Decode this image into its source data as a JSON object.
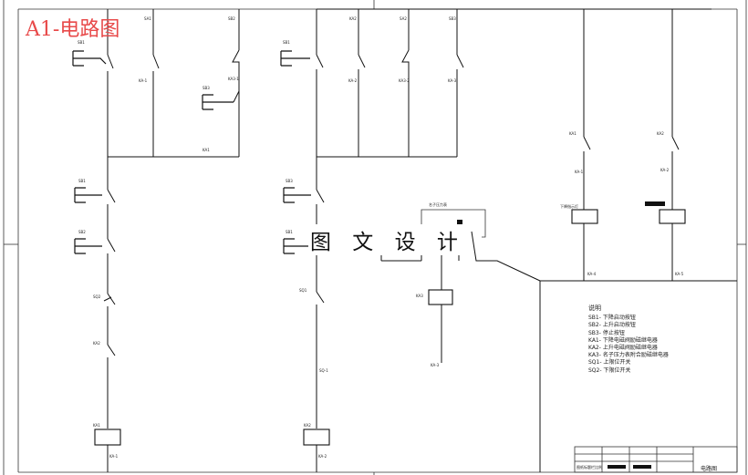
{
  "title": "A1-电路图",
  "watermark": "图 文 设 计",
  "notes": {
    "heading": "说明",
    "items": [
      "SB1- 下降启动按钮",
      "SB2- 上升启动按钮",
      "SB3- 停止按钮",
      "KA1- 下降电磁阀励磁继电器",
      "KA2- 上升电磁阀励磁继电器",
      "KA3- 名子压力表附合励磁继电器",
      "SQ1- 上限位开关",
      "SQ2- 下限位开关"
    ]
  },
  "labels": {
    "sb1_top": "SB1",
    "sa1_top": "SA1",
    "sb2_mid": "SB2",
    "ka_1": "KA-1",
    "ka3_1": "KA3-1",
    "sb3_mid": "SB3",
    "ka1_top": "KA1",
    "sb_top2": "SB1",
    "sa2_top": "SA2",
    "sb4": "SB3",
    "ka2_top": "KA2",
    "ka_2": "KA-2",
    "ka3_2": "KA3-2",
    "ka_3": "KA-3",
    "sb1_l": "SB1",
    "sb2_l": "SB2",
    "sq2_l": "SQ2",
    "ka2_l": "KA2",
    "ka1_coil": "KA1",
    "ka_n1": "KA-1",
    "sb1_m": "SB3",
    "sb2_m": "SB1",
    "sq1_m": "SQ1",
    "sq_m": "SQ-1",
    "ka2_coil": "KA2",
    "ka_n2": "KA-2",
    "press": "名子压力表",
    "ka3_coil": "KA3",
    "ka_n3": "KA-3",
    "r_ka1": "KA1",
    "r_ka2": "KA2",
    "r_ka_a": "KA-1",
    "r_ka_b": "KA-2",
    "r_lamp": "下降指示灯",
    "r_b1": "KA-4",
    "r_b2": "KA-5",
    "tb_1": "图纸标题栏",
    "tb_2": "比例"
  },
  "title_block": {
    "sheet_label": "电路图"
  }
}
